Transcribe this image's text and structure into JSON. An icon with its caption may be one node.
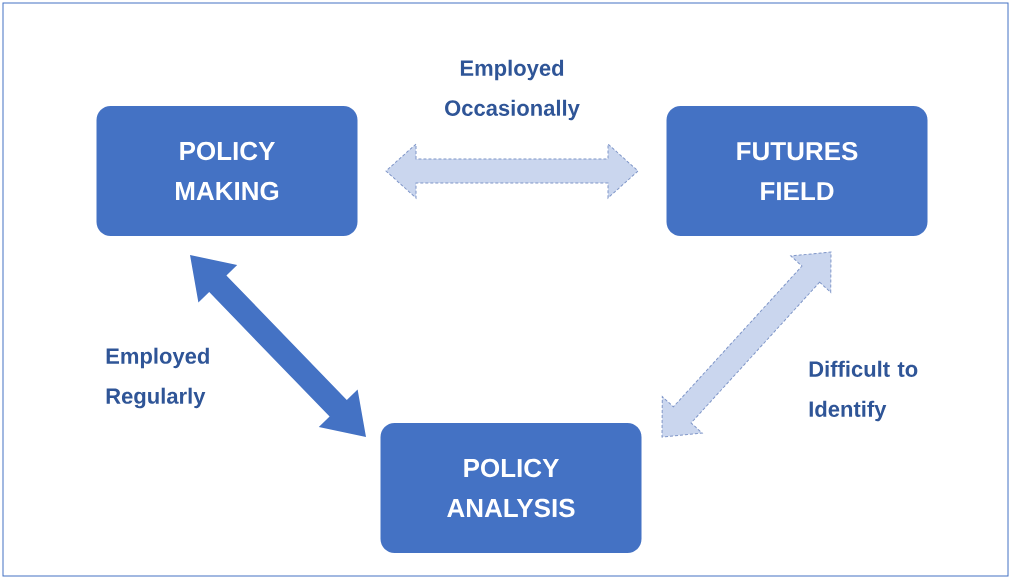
{
  "diagram": {
    "nodes": [
      {
        "text": [
          "POLICY MAKING"
        ]
      },
      {
        "text": [
          "FUTURES FIELD"
        ]
      },
      {
        "text": [
          "POLICY ANALYSIS"
        ]
      }
    ],
    "edges": [
      {
        "from": 0,
        "to": 1,
        "arrow": "both",
        "label": "Employed Occasionally",
        "style": "dashed",
        "color": "#cad6ee"
      },
      {
        "from": 0,
        "to": 2,
        "arrow": "both",
        "label": "Employed Regularly"
      },
      {
        "from": 1,
        "to": 2,
        "arrow": "both",
        "label": "Difficult to Identify",
        "style": "dashed",
        "color": "#cad6ee"
      }
    ]
  }
}
